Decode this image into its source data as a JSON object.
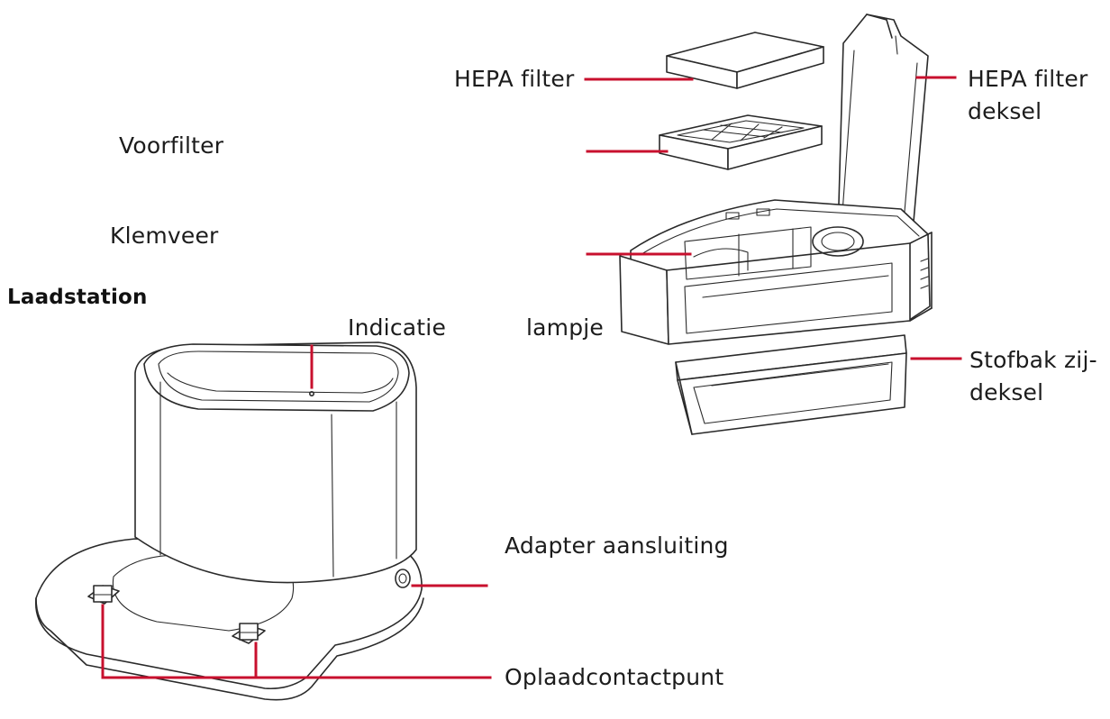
{
  "colors": {
    "leader": "#c8102e",
    "outline": "#2a2a2a",
    "text": "#1c1c1c"
  },
  "section_title": "Laadstation",
  "labels": {
    "hepa_filter": "HEPA filter",
    "hepa_filter_lid_line1": "HEPA filter",
    "hepa_filter_lid_line2": "deksel",
    "prefilter": "Voorfilter",
    "clamp_spring": "Klemveer",
    "indicator_line1": "Indicatie",
    "indicator_line2": "lampje",
    "dustbin_side_lid_line1": "Stofbak zij-",
    "dustbin_side_lid_line2": "deksel",
    "adapter_port": "Adapter aansluiting",
    "charging_contacts": "Oplaadcontactpunt"
  }
}
